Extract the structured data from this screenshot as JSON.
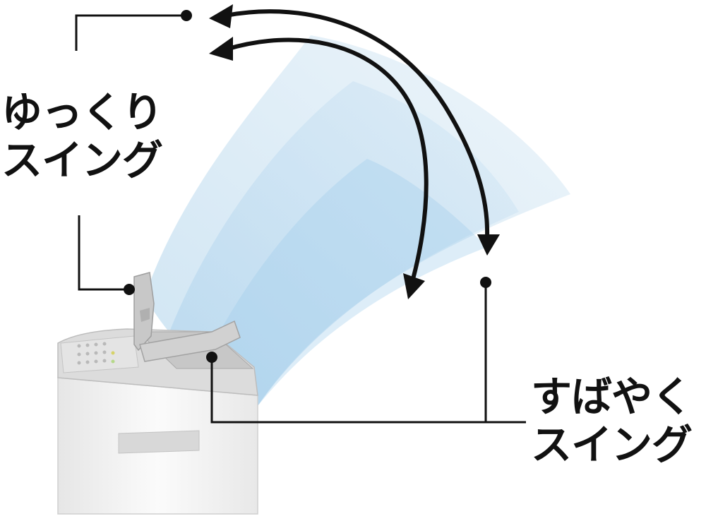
{
  "labels": {
    "slow_swing": {
      "line1": "ゆっくり",
      "line2": "スイング"
    },
    "fast_swing": {
      "line1": "すばやく",
      "line2": "スイング"
    }
  },
  "colors": {
    "airflow_light": "#dbeaf5",
    "airflow_mid": "#c7e0f2",
    "airflow_dark": "#b3d6ef",
    "device_body": "#f2f2f2",
    "device_panel": "#d4d4d4",
    "louver": "#c8c8c8",
    "arrow": "#111111",
    "leader_line": "#111111"
  },
  "icons": {
    "device": "dehumidifier-illustration",
    "arrows": "double-headed-curved-arrow"
  }
}
